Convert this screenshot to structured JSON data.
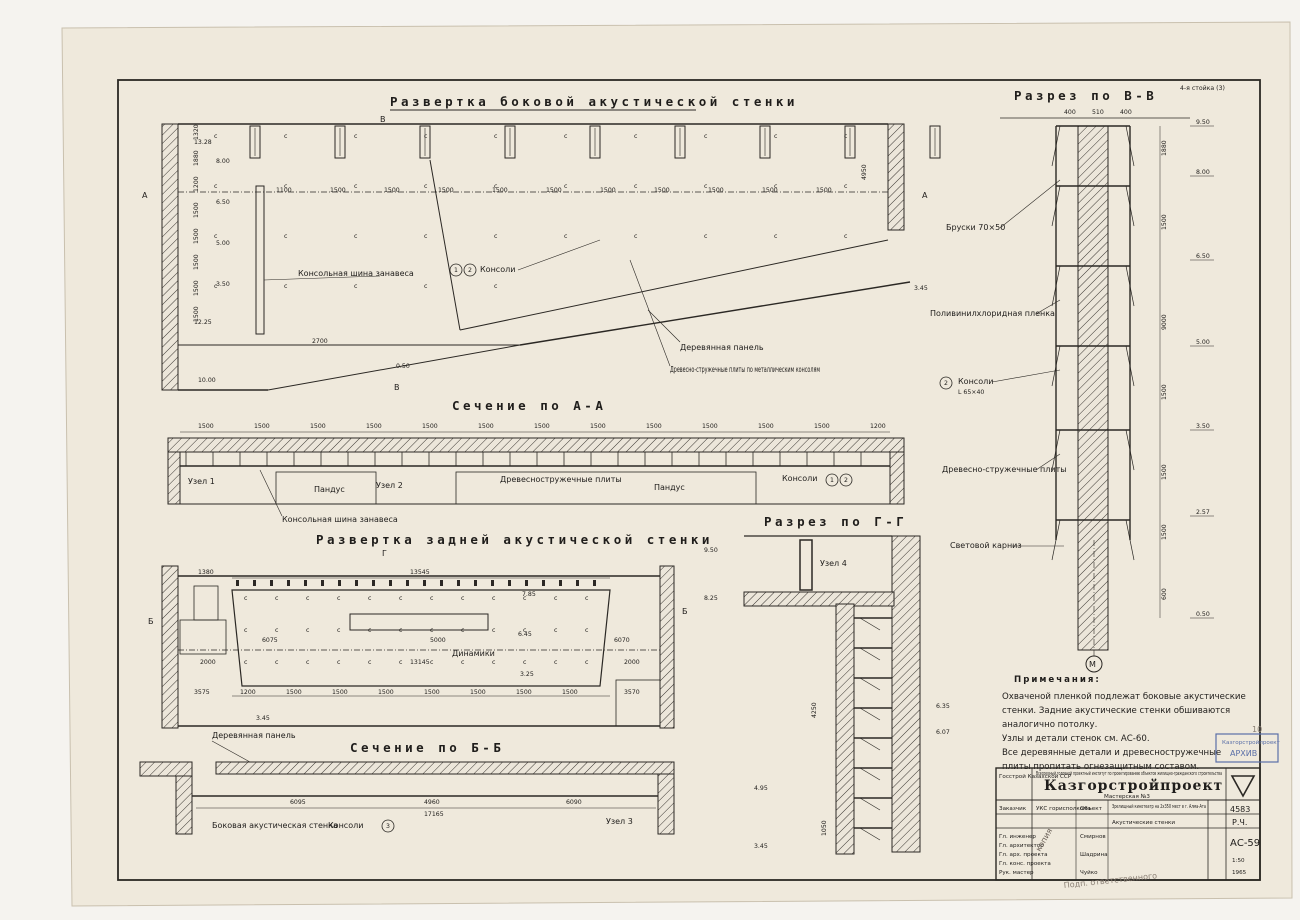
{
  "titles": {
    "side_wall": "Развертка боковой акустической стенки",
    "section_aa": "Сечение по А-А",
    "rear_wall": "Развертка задней акустической стенки",
    "section_bb": "Сечение по Б-Б",
    "section_gg": "Разрез по Г-Г",
    "section_vv": "Разрез по В-В",
    "vv_note": "4-я стойка (3)"
  },
  "labels": {
    "curtain_bracket_side": "Консольная шина занавеса",
    "consoles_12": "Консоли",
    "wood_panel_side": "Деревянная панель",
    "battens_side": "Древесно-стружечные плиты по металлическим консолям",
    "node1": "Узел 1",
    "node2": "Узел 2",
    "ramp1": "Пандус",
    "ramp2": "Пандус",
    "battens_aa": "Древесностружечные плиты",
    "consoles_aa": "Консоли",
    "curtain_bracket_aa": "Консольная шина занавеса",
    "speakers": "Динамики",
    "wood_panel_rear": "Деревянная панель",
    "side_wall_b": "Боковая акустическая стенка",
    "consoles_bb": "Консоли",
    "node3": "Узел 3",
    "node4": "Узел 4",
    "bars": "Бруски 70×50",
    "polymer_film": "Поливинилхлоридная пленка",
    "consoles_vv": "Консоли",
    "consoles_vv_size": "L 65×40",
    "battens_vv": "Древесно-стружечные плиты",
    "light_cornice": "Световой карниз",
    "axis_m": "М",
    "circle1": "1",
    "circle2": "2",
    "circle3": "3"
  },
  "dimensions": {
    "side_top": [
      "1100",
      "1500",
      "1500",
      "1500",
      "1500",
      "1500",
      "1500",
      "1500",
      "1500",
      "1500",
      "1500"
    ],
    "side_left": [
      "1320",
      "1880",
      "1200",
      "1500",
      "1500",
      "1500",
      "1500",
      "1500",
      "1500",
      "1500"
    ],
    "side_right": "4950",
    "side_bottom": "2700",
    "side_marks": [
      "13.28",
      "8.00",
      "6.50",
      "5.00",
      "3.50",
      "12.25",
      "10.00",
      "0.50",
      "3.45"
    ],
    "aa_top": [
      "1500",
      "1500",
      "1500",
      "1500",
      "1500",
      "1500",
      "1500",
      "1500",
      "1500",
      "1500",
      "1500",
      "1500",
      "1200"
    ],
    "rear_top": "13545",
    "rear_left": "1380",
    "rear_bottom": [
      "1200",
      "1500",
      "1500",
      "1500",
      "1500",
      "1500",
      "1500",
      "1500"
    ],
    "rear_marks": [
      "6075",
      "5000",
      "6070",
      "2000",
      "2000",
      "3575",
      "3570",
      "13145",
      "6.45",
      "7.85",
      "3.45",
      "3.25"
    ],
    "bb_bottom": [
      "6095",
      "4960",
      "6090",
      "17165"
    ],
    "gg_marks": [
      "9.50",
      "8.25",
      "4.95",
      "3.45",
      "6.35",
      "6.07"
    ],
    "gg_heights": [
      "4250",
      "1050"
    ],
    "vv_top": [
      "400",
      "510",
      "400"
    ],
    "vv_marks": [
      "9.50",
      "8.00",
      "6.50",
      "5.00",
      "3.50",
      "2.57",
      "0.50"
    ],
    "vv_heights": [
      "1880",
      "1500",
      "9000",
      "1500",
      "1500",
      "1500",
      "600"
    ]
  },
  "notes": {
    "heading": "Примечания:",
    "lines": [
      "Охваченой пленкой подлежат боковые акустические",
      "стенки. Задние акустические стенки обшиваются",
      "аналогично потолку.",
      "Узлы и детали стенок см. АС-60.",
      "Все деревянные детали и древесностружечные",
      "плиты пропитать огнезащитным составом."
    ]
  },
  "title_block": {
    "org_small": "Госстрой Казахской ССР",
    "org_full": "Всесоюзный головной проектный институт по проектированию объектов жилищно-гражданского строительства",
    "brand": "Казгорстройпроект",
    "workshop": "Мастерская №3",
    "customer": "Заказчик",
    "customer_val": "УКС горисполкома",
    "object_label": "Объект",
    "object_val": "Зрелищный кинотеатр на 2х350 мест в г. Алма-Ата",
    "sheet_title": "Акустические стенки",
    "sheet_code": "АС-59",
    "archive_no": "4583",
    "stage": "Р.Ч.",
    "scale": "1:50",
    "date": "1965",
    "roles": [
      "Гл. инженер",
      "Гл. архитектор",
      "Гл. арх. проекта",
      "Гл. конс. проекта",
      "Рук. мастер"
    ],
    "names": [
      "Смирнов",
      "Шадрина",
      "Чуйко"
    ],
    "stamp": "АРХИВ",
    "stamp_small": "Казгорстройпроект"
  },
  "handwritten": {
    "top_right": "10",
    "approve": "копия",
    "bottom": "Подп. ответственного"
  },
  "colors": {
    "paper": "#f1ede4",
    "ink": "#2b2824",
    "stamp": "#5a6fa8",
    "pencil": "#8a7f74"
  }
}
